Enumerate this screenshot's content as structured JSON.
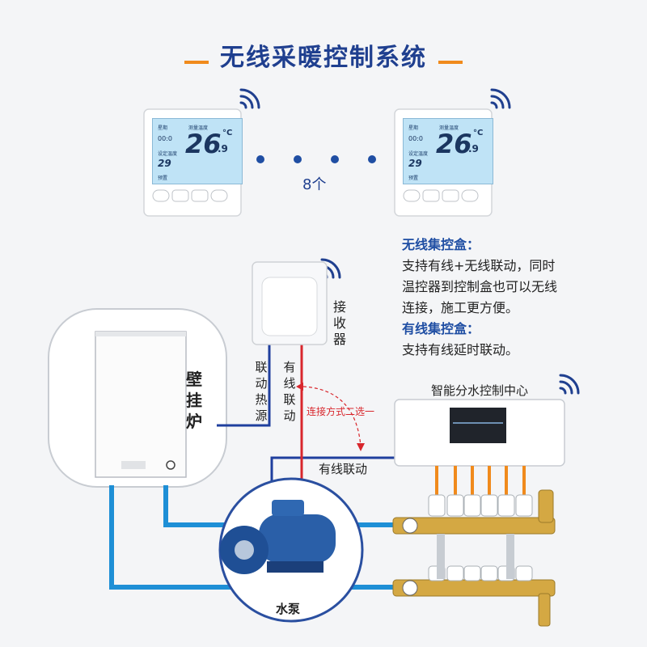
{
  "title": "无线采暖控制系统",
  "thermostat_count": "8个",
  "thermostat_display": {
    "header": "测量温度",
    "temp": "26",
    "temp_decimal": ".9",
    "unit": "°C",
    "set_temp": "29",
    "label_week": "星期",
    "label_time": "00:0",
    "label_set": "设定温度",
    "label_mode": "预置"
  },
  "receiver_label": "接收器",
  "boiler_label": "壁挂炉",
  "pump_label": "水泵",
  "control_center_label": "智能分水控制中心",
  "line_labels": {
    "heat_source": "联动热源",
    "wired_link_vertical": "有线联动",
    "choice": "连接方式二选一",
    "wired_link_horizontal": "有线联动"
  },
  "description": {
    "wireless_heading": "无线集控盒：",
    "wireless_lines": [
      "支持有线+无线联动，同时",
      "温控器到控制盒也可以无线",
      "连接，施工更方便。"
    ],
    "wired_heading": "有线集控盒：",
    "wired_lines": [
      "支持有线延时联动。"
    ]
  },
  "colors": {
    "title": "#1f3f8f",
    "accent_orange": "#f08a1c",
    "pipe_blue": "#1e8fd6",
    "wire_red": "#d8262c",
    "wire_blue": "#1f3f9e",
    "dot_blue": "#1f4ea3",
    "annotation_red": "#d8262c"
  }
}
